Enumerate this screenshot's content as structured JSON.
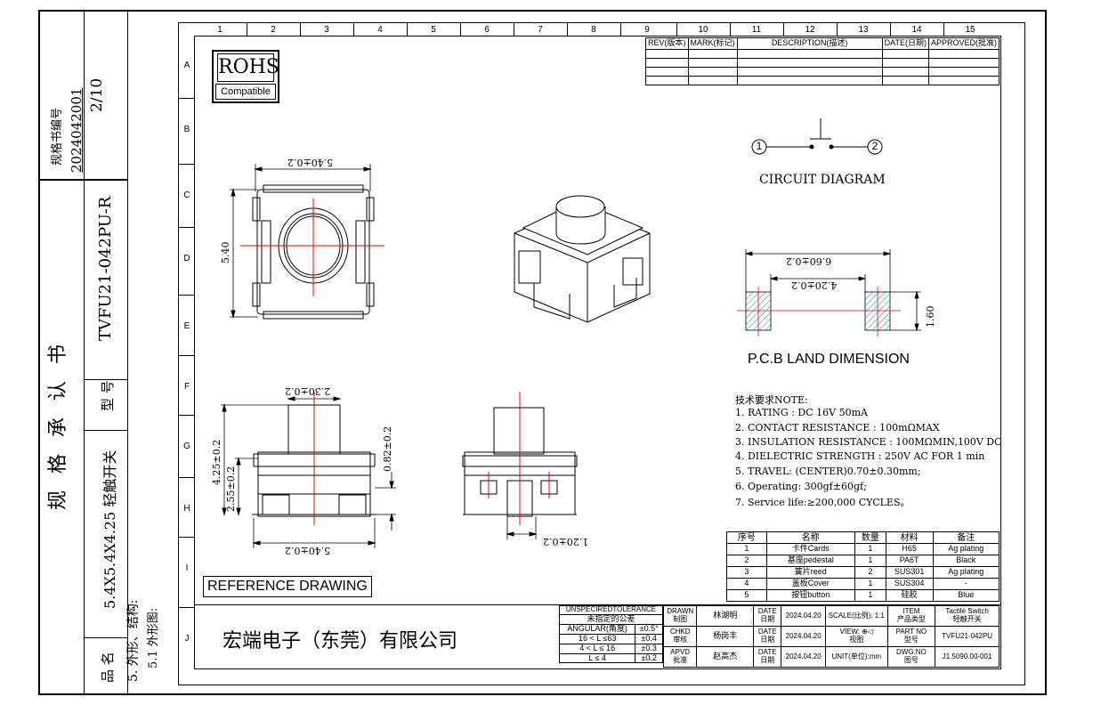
{
  "side_strip": {
    "spec_no_label": "规格书编号",
    "spec_no_value": "2024042001",
    "page": "2/10",
    "title": "规 格 承 认 书",
    "model_label": "型 号",
    "model_value": "TVFU21-042PU-R",
    "product_label": "品 名",
    "product_value": "5.4X5.4X4.25 轻触开关",
    "section_title": "5. 外形、结构:",
    "section_sub": "5.1 外形图:"
  },
  "column_numbers": [
    "1",
    "2",
    "3",
    "4",
    "5",
    "6",
    "7",
    "8",
    "9",
    "10",
    "11",
    "12",
    "13",
    "14",
    "15"
  ],
  "row_letters": [
    "A",
    "B",
    "C",
    "D",
    "E",
    "F",
    "G",
    "H",
    "I",
    "J"
  ],
  "rev_table": {
    "headers": [
      "REV(版本)",
      "MARK(标记)",
      "DESCRIPTION(描述)",
      "DATE(日期)",
      "APPROVED(批准)"
    ]
  },
  "rohs": {
    "title": "ROHS",
    "subtitle": "Compatible"
  },
  "circuit": {
    "node1": "1",
    "node2": "2",
    "label": "CIRCUIT DIAGRAM"
  },
  "pcb": {
    "dim_outer": "6.60±0.2",
    "dim_inner": "4.20±0.2",
    "dim_height": "1.60",
    "label": "P.C.B LAND DIMENSION"
  },
  "top_view": {
    "dim_width": "5.40±0.2",
    "dim_height": "5.40"
  },
  "front_view": {
    "dim_button": "2.30±0.2",
    "dim_total": "4.25±0.2",
    "dim_body": "2.55±0.2",
    "dim_lead": "0.82±0.2",
    "dim_bottom": "5.40±0.2"
  },
  "side_view": {
    "dim_pitch": "1.20±0.2"
  },
  "reference_label": "REFERENCE DRAWING",
  "requirements": {
    "title": "技术要求NOTE:",
    "items": [
      "1. RATING : DC 16V  50mA",
      "2. CONTACT RESISTANCE : 100mΩMAX",
      "3. INSULATION RESISTANCE : 100MΩMIN,100V DC",
      "4. DIELECTRIC STRENGTH : 250V AC FOR 1 min",
      "5. TRAVEL: (CENTER)0.70±0.30mm;",
      "6. Operating: 300gf±60gf;",
      "7. Service life:≥200,000 CYCLES。"
    ]
  },
  "bom": {
    "headers": [
      "序号",
      "名称",
      "数量",
      "材料",
      "备注"
    ],
    "rows": [
      [
        "1",
        "卡件Cards",
        "1",
        "H65",
        "Ag plating"
      ],
      [
        "2",
        "基座pedestal",
        "1",
        "PA6T",
        "Black"
      ],
      [
        "3",
        "簧片reed",
        "2",
        "SUS301",
        "Ag plating"
      ],
      [
        "4",
        "盖板Cover",
        "1",
        "SUS304",
        "-"
      ],
      [
        "5",
        "按钮button",
        "1",
        "硅胶",
        "Blue"
      ]
    ]
  },
  "title_block": {
    "company": "宏端电子（东莞）有限公司",
    "tol_title": "UNSPECIREDTOLERANCE",
    "tol_sub": "未指定的公差",
    "tol_rows": [
      [
        "ANGULAR(角度)",
        "±0.5°"
      ],
      [
        "16 < L ≤63",
        "±0.4"
      ],
      [
        "4 < L ≤ 16",
        "±0.3"
      ],
      [
        "L ≤ 4",
        "±0.2"
      ]
    ],
    "drawn": "DRAWN",
    "drawn_cn": "制图",
    "drawn_name": "林湖明",
    "chkd": "CHKD",
    "chkd_cn": "审核",
    "chkd_name": "杨岗丰",
    "apvd": "APVD",
    "apvd_cn": "批准",
    "apvd_name": "赵高杰",
    "date": "DATE",
    "date_cn": "日期",
    "date_value": "2024.04.20",
    "scale": "SCALE(比例): 1:1",
    "view": "VIEW:",
    "view_cn": "视图",
    "unit": "UNIT(单位):mm",
    "item": "ITEM",
    "item_cn": "产品类型",
    "item_value": "Tactile Switch",
    "item_value_cn": "轻触开关",
    "partno": "PART NO",
    "partno_cn": "型号",
    "partno_value": "TVFU21-042PU",
    "dwgno": "DWG.NO",
    "dwgno_cn": "图号",
    "dwgno_value": "J1.5090.00-001"
  }
}
